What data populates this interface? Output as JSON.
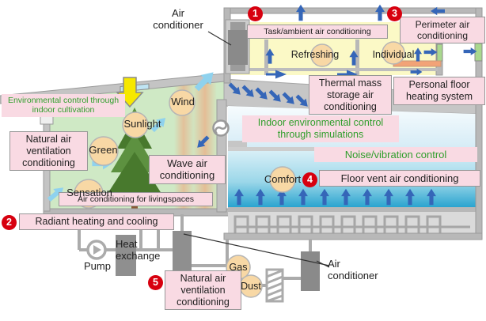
{
  "title": "Building environmental control and air conditioning systems diagram",
  "labels": {
    "air_conditioner_top": "Air conditioner",
    "task_ambient": "Task/ambient air conditioning",
    "perimeter": "Perimeter air conditioning",
    "refreshing": "Refreshing",
    "individual": "Individual",
    "thermal_mass": "Thermal mass storage air conditioning",
    "personal_floor": "Personal floor heating system",
    "env_cultivation": "Environmental control through indoor cultivation",
    "indoor_simulations": "Indoor environmental control through simulations",
    "noise_vibration": "Noise/vibration control",
    "natural_air_left": "Natural air ventilation conditioning",
    "wave_air": "Wave air conditioning",
    "livingspaces": "Air conditioning for livingspaces",
    "radiant": "Radiant heating and cooling",
    "floor_vent": "Floor vent air conditioning",
    "natural_air_bottom": "Natural air ventilation conditioning",
    "wind": "Wind",
    "sunlight": "Sunlight",
    "green": "Green",
    "sensation": "Sensation",
    "comfort": "Comfort",
    "gas": "Gas",
    "dust": "Dust",
    "pump": "Pump",
    "heat_exchange": "Heat exchange",
    "air_conditioner_bottom": "Air conditioner"
  },
  "badges": {
    "b1": "1",
    "b2": "2",
    "b3": "3",
    "b4": "4",
    "b5": "5"
  },
  "icons": {
    "fan": "fan-damper-icon",
    "pump": "pump-icon",
    "sunbeam": "sunlight-arrow-icon",
    "tree": "indoor-tree-icon",
    "filter": "air-filter-icon"
  },
  "colors": {
    "label_pink": "#f9dae3",
    "green_text": "#2f9e2b",
    "badge_red": "#d7000f",
    "arrow_blue": "#3566b8",
    "arrow_light_blue": "#8fd2ee",
    "sun_yellow": "#f6e800",
    "room_yellow": "#fbf9c6",
    "atrium_green": "#cfe9c5",
    "water_blue": "#2aa4cf",
    "structure_gray": "#b8b8b8",
    "unit_dark_gray": "#8a8a8a",
    "circle_peach": "#f8d8a5",
    "window_green": "#a9d88e",
    "heater_orange": "#f2a377"
  }
}
